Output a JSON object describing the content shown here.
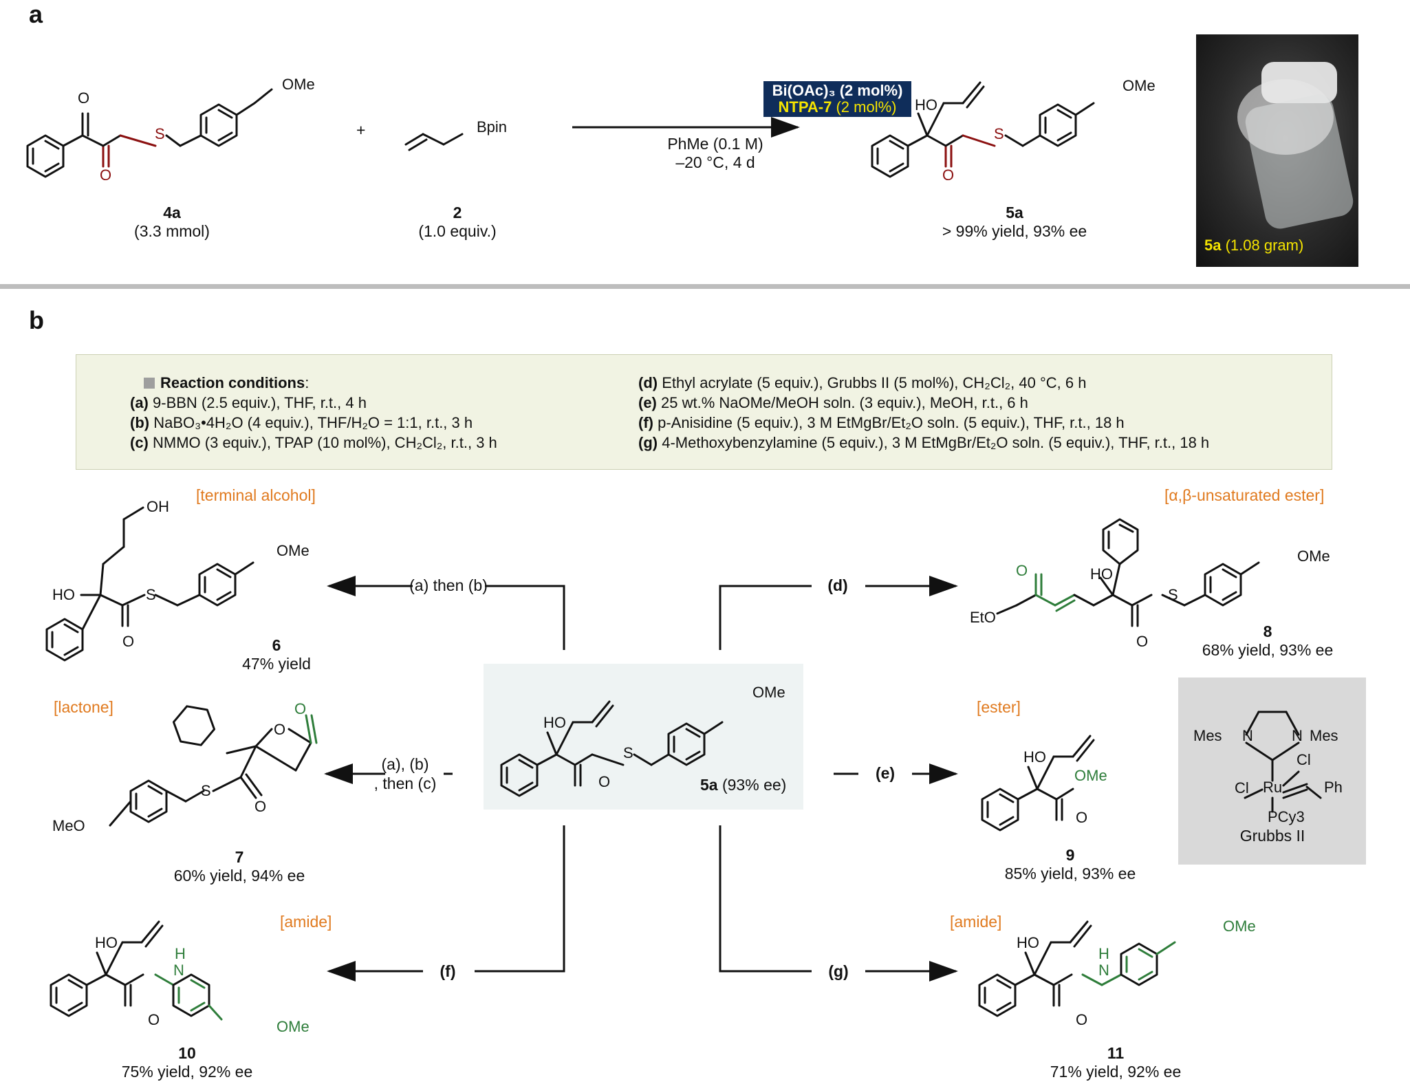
{
  "panel_a": {
    "letter": "a",
    "plus": "+",
    "sm_4a": {
      "id": "4a",
      "amount": "(3.3 mmol)"
    },
    "sm_2": {
      "id": "2",
      "amount": "(1.0 equiv.)",
      "bpin": "Bpin"
    },
    "catalyst_line1": "Bi(OAc)₃ (2 mol%)",
    "catalyst_line2_bold": "NTPA-7",
    "catalyst_line2_rest": " (2 mol%)",
    "solvent": "PhMe (0.1 M)",
    "temp_time": "–20 °C, 4 d",
    "product": {
      "id": "5a",
      "yield": "> 99% yield, 93% ee"
    },
    "photo_caption_bold": "5a",
    "photo_caption_rest": " (1.08 gram)"
  },
  "panel_b": {
    "letter": "b",
    "conditions": {
      "header": "Reaction conditions",
      "header_colon": ":",
      "left": [
        {
          "tag": "(a)",
          "text": " 9-BBN (2.5 equiv.), THF, r.t., 4 h"
        },
        {
          "tag": "(b)",
          "text": " NaBO₃•4H₂O (4 equiv.), THF/H₂O = 1:1, r.t., 3 h"
        },
        {
          "tag": "(c)",
          "text": " NMMO (3 equiv.), TPAP (10 mol%), CH₂Cl₂, r.t., 3 h"
        }
      ],
      "right": [
        {
          "tag": "(d)",
          "text": " Ethyl acrylate (5 equiv.), Grubbs II (5 mol%), CH₂Cl₂, 40 °C, 6 h"
        },
        {
          "tag": "(e)",
          "text": " 25 wt.% NaOMe/MeOH soln. (3 equiv.), MeOH, r.t., 6 h"
        },
        {
          "tag": "(f)",
          "text": " p-Anisidine (5 equiv.), 3 M EtMgBr/Et₂O soln. (5 equiv.), THF, r.t., 18 h"
        },
        {
          "tag": "(g)",
          "text": " 4-Methoxybenzylamine (5 equiv.), 3 M EtMgBr/Et₂O soln. (5 equiv.), THF, r.t., 18 h"
        }
      ]
    },
    "center_label": {
      "id": "5a",
      "ee": " (93% ee)"
    },
    "products": {
      "p6": {
        "tag": "[terminal alcohol]",
        "id": "6",
        "yield": "47% yield"
      },
      "p7": {
        "tag": "[lactone]",
        "id": "7",
        "yield": "60% yield, 94% ee"
      },
      "p8": {
        "tag": "[α,β-unsaturated ester]",
        "id": "8",
        "yield": "68% yield, 93% ee"
      },
      "p9": {
        "tag": "[ester]",
        "id": "9",
        "yield": "85% yield, 93% ee"
      },
      "p10": {
        "tag": "[amide]",
        "id": "10",
        "yield": "75% yield, 92% ee"
      },
      "p11": {
        "tag": "[amide]",
        "id": "11",
        "yield": "71% yield, 92% ee"
      }
    },
    "arrows": {
      "ab": "(a) then (b)",
      "abc_1": "(a), (b)",
      "abc_2": ", then (c)",
      "d": "(d)",
      "e": "(e)",
      "f": "(f)",
      "g": "(g)"
    },
    "atoms": {
      "OMe": "OMe",
      "HO": "HO",
      "OH": "OH",
      "S": "S",
      "O": "O",
      "H": "H",
      "N": "N",
      "EtO": "EtO",
      "MeO": "MeO",
      "Mes": "Mes",
      "Cl": "Cl",
      "Ru": "Ru",
      "Ph": "Ph",
      "PCy3": "PCy3"
    },
    "grubbs_label": "Grubbs II"
  },
  "colors": {
    "navy": "#0f2d5a",
    "yellow": "#f5e400",
    "orange": "#e07a1f",
    "green": "#2e7d3a",
    "sulfur_red": "#8b1010"
  }
}
